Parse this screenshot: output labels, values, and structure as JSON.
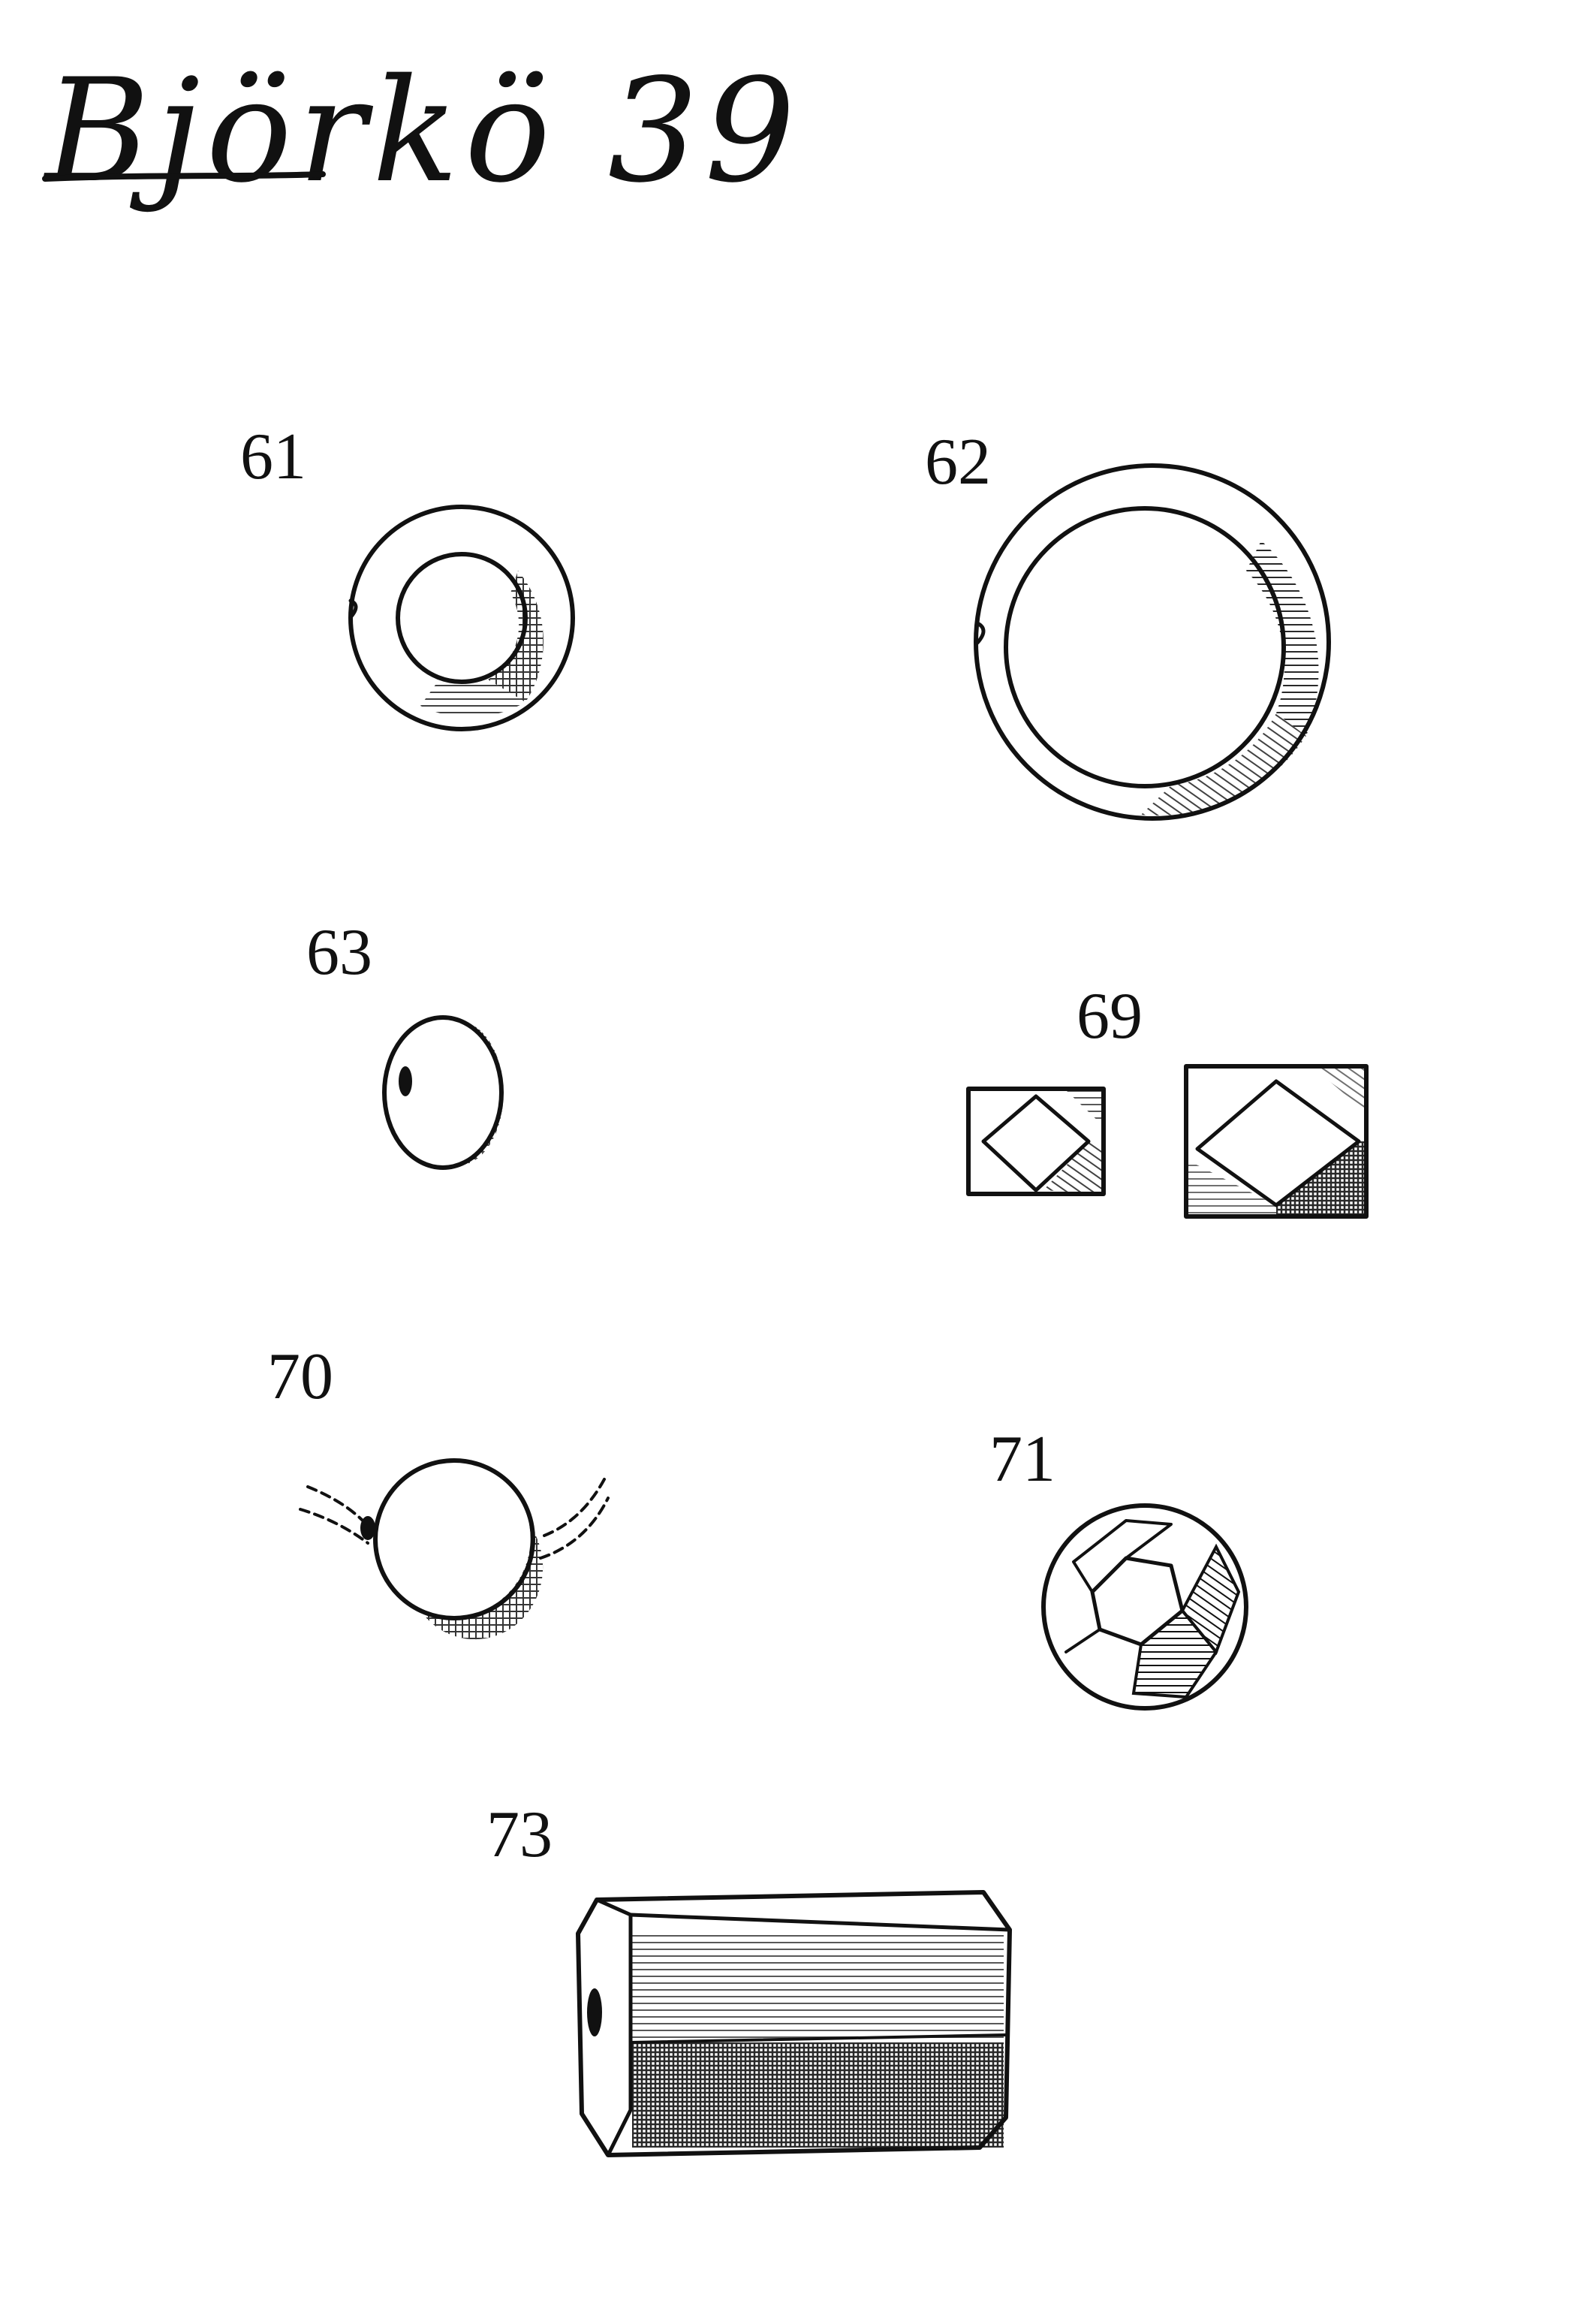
{
  "plate": {
    "title": "Björkö 39"
  },
  "figures": [
    {
      "id": "61",
      "label": "61",
      "object": "ring-bead"
    },
    {
      "id": "62",
      "label": "62",
      "object": "large-ring-bead"
    },
    {
      "id": "63",
      "label": "63",
      "object": "flat-disc-bead"
    },
    {
      "id": "69",
      "label": "69",
      "object": "square-faceted-beads"
    },
    {
      "id": "70",
      "label": "70",
      "object": "spherical-bead"
    },
    {
      "id": "71",
      "label": "71",
      "object": "polyhedral-bead"
    },
    {
      "id": "73",
      "label": "73",
      "object": "hexagonal-prism-bead"
    }
  ]
}
